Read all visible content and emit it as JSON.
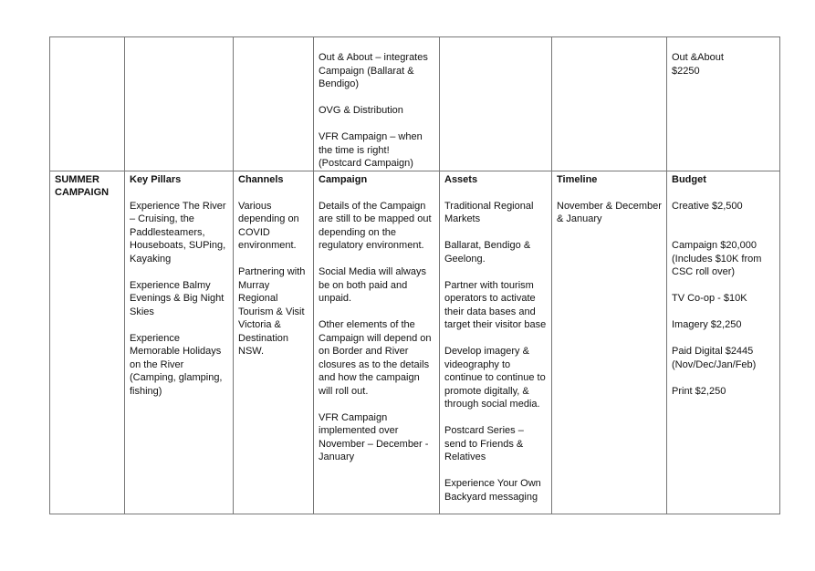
{
  "top_row": {
    "campaign": [
      "Out & About – integrates Campaign (Ballarat & Bendigo)",
      "OVG & Distribution",
      "VFR Campaign – when the time is right! (Postcard Campaign)"
    ],
    "budget": [
      "Out &About",
      "$2250"
    ]
  },
  "row_label": [
    "SUMMER",
    "CAMPAIGN"
  ],
  "headers": {
    "key_pillars": "Key Pillars",
    "channels": "Channels",
    "campaign": "Campaign",
    "assets": "Assets",
    "timeline": "Timeline",
    "budget": "Budget"
  },
  "key_pillars": [
    "Experience The River – Cruising, the Paddlesteamers, Houseboats, SUPing, Kayaking",
    "Experience Balmy Evenings & Big Night Skies",
    "Experience Memorable Holidays on the River (Camping, glamping, fishing)"
  ],
  "channels": [
    "Various depending on COVID environment.",
    "Partnering with Murray Regional Tourism & Visit Victoria & Destination NSW."
  ],
  "campaign": [
    "Details of the Campaign are still to be mapped out depending on the regulatory environment.",
    "Social Media will always be on both paid and unpaid.",
    "Other elements of the Campaign will depend on on Border and River closures as to the details and how the campaign will roll out.",
    "VFR Campaign implemented over November – December - January"
  ],
  "assets": [
    "Traditional Regional Markets",
    "Ballarat, Bendigo & Geelong.",
    "Partner with tourism operators to activate their data bases and target their visitor base",
    "Develop imagery & videography to continue to continue to promote digitally, & through social media.",
    "Postcard Series – send to Friends & Relatives",
    "Experience Your Own Backyard messaging"
  ],
  "timeline": [
    "November & December & January"
  ],
  "budget": [
    "Creative $2,500",
    "Campaign $20,000 (Includes $10K from CSC roll over)",
    "TV Co-op - $10K",
    "Imagery $2,250",
    "Paid Digital $2445 (Nov/Dec/Jan/Feb)",
    "Print $2,250"
  ]
}
